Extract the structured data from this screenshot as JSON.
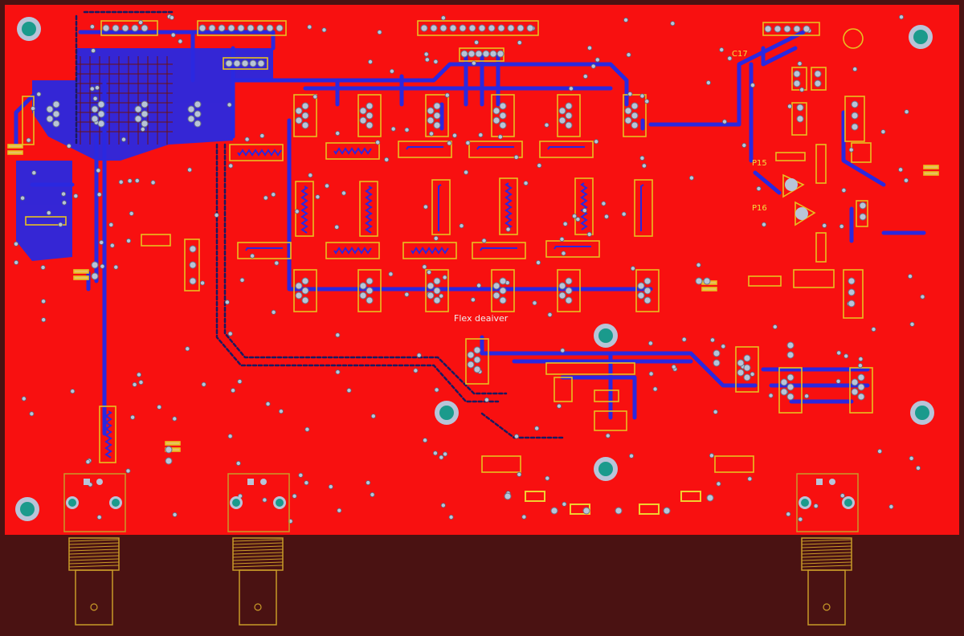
{
  "board": {
    "colors": {
      "copper_top": "#f81010",
      "copper_bottom": "#2a28e0",
      "silkscreen": "#e8c020",
      "pad": "#b8c4d8",
      "mounting_hole": "#1a9a8c",
      "background": "#4a1212",
      "connector_outline": "#c89a28"
    },
    "labels": {
      "flex": "Flex deaiver",
      "c17": "C17",
      "p15": "P15",
      "p16": "P16"
    }
  }
}
